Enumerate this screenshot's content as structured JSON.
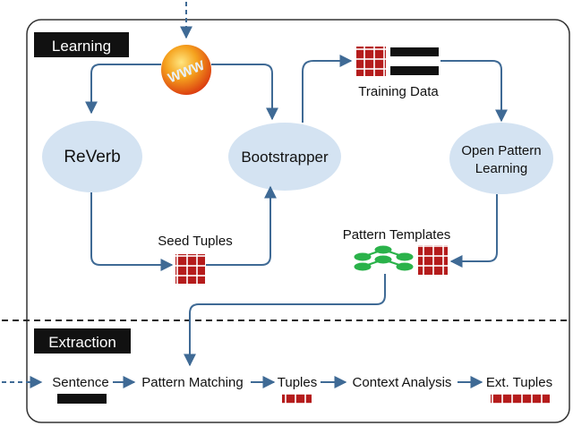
{
  "sections": {
    "learning": "Learning",
    "extraction": "Extraction"
  },
  "nodes": {
    "www": "WWW",
    "reverb": "ReVerb",
    "bootstrapper": "Bootstrapper",
    "open_pattern_line1": "Open Pattern",
    "open_pattern_line2": "Learning"
  },
  "labels": {
    "training_data": "Training Data",
    "seed_tuples": "Seed Tuples",
    "pattern_templates": "Pattern Templates"
  },
  "extraction_flow": {
    "sentence": "Sentence",
    "pattern_matching": "Pattern Matching",
    "tuples": "Tuples",
    "context_analysis": "Context Analysis",
    "ext_tuples": "Ext. Tuples"
  },
  "colors": {
    "arrow": "#3f6a95",
    "node_fill": "#d4e3f2",
    "tuple_red": "#b51c1c",
    "tag_bg": "#111111",
    "tag_text": "#ffffff",
    "pattern_green": "#2ab24a"
  }
}
